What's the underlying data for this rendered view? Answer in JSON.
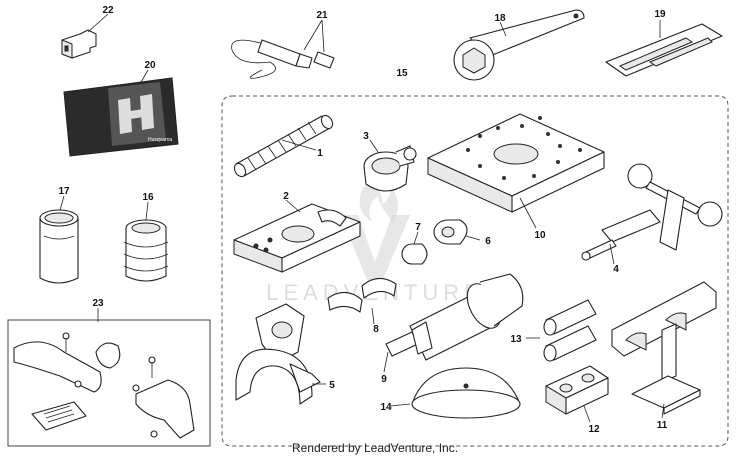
{
  "diagram": {
    "footer": "Rendered by LeadVenture, Inc.",
    "watermark": "LEADVENTURE",
    "brand_mark": "Husqvarna",
    "callouts": {
      "c1": "1",
      "c2": "2",
      "c3": "3",
      "c4": "4",
      "c5": "5",
      "c6": "6",
      "c7": "7",
      "c8": "8",
      "c9": "9",
      "c10": "10",
      "c11": "11",
      "c12": "12",
      "c13": "13",
      "c14": "14",
      "c15": "15",
      "c16": "16",
      "c17": "17",
      "c18": "18",
      "c19": "19",
      "c20": "20",
      "c21": "21",
      "c22": "22",
      "c23": "23"
    }
  }
}
